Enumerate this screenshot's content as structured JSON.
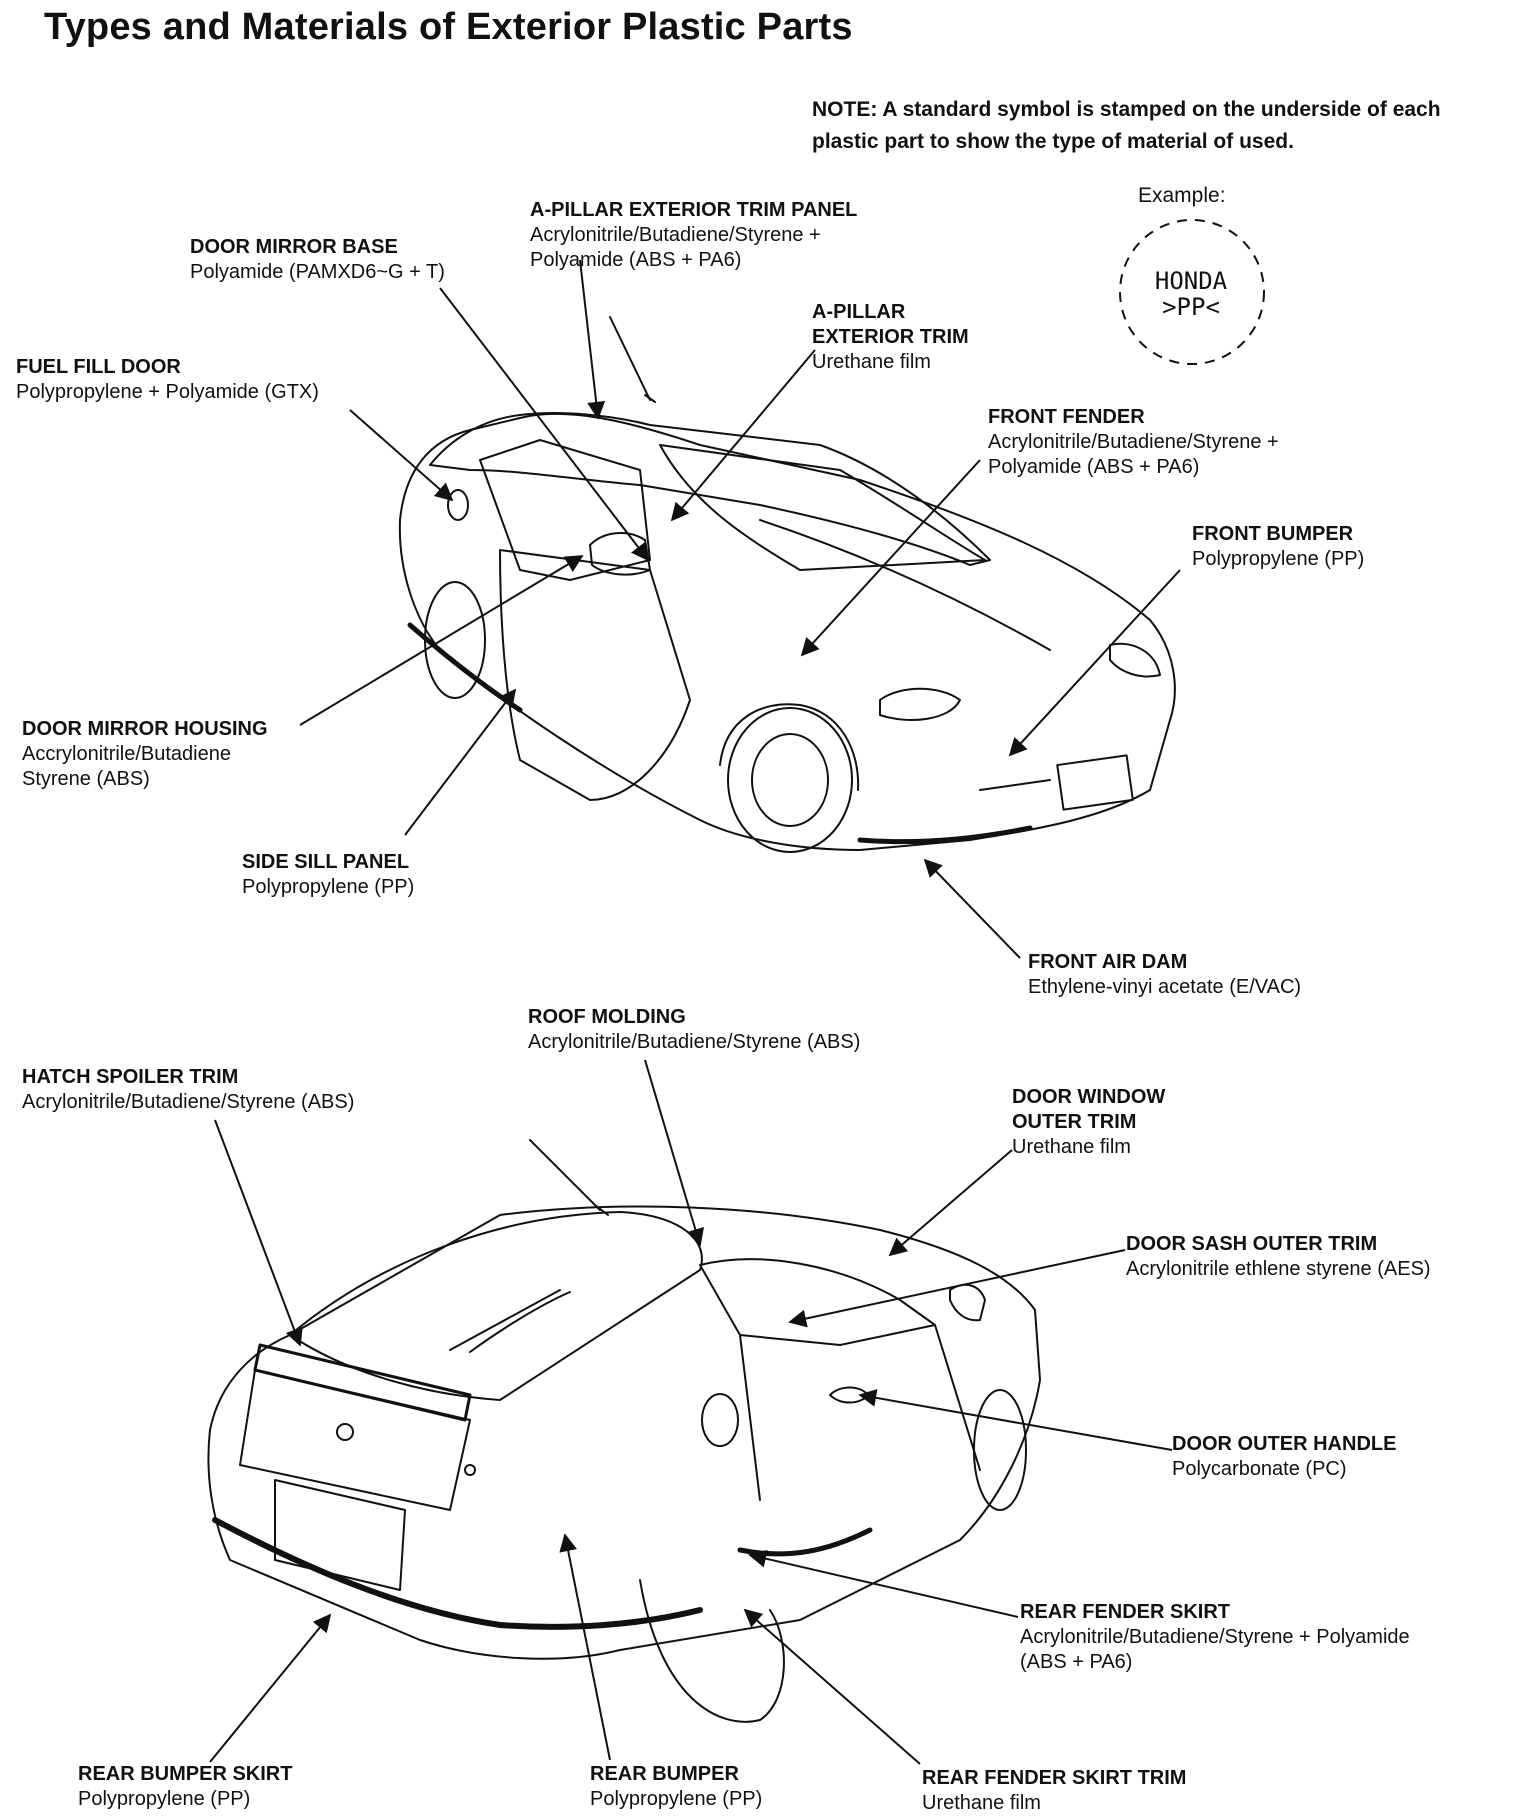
{
  "title": "Types and Materials of Exterior Plastic Parts",
  "note": "NOTE: A standard symbol is stamped on the underside of each plastic part to show the type of material of used.",
  "example": {
    "label": "Example:",
    "stamp_line1": "HONDA",
    "stamp_line2": ">PP<"
  },
  "callouts": {
    "door_mirror_base": {
      "name": "DOOR MIRROR BASE",
      "material": "Polyamide (PAMXD6~G + T)"
    },
    "a_pillar_exterior_trim_panel": {
      "name": "A-PILLAR EXTERIOR TRIM PANEL",
      "material": "Acrylonitrile/Butadiene/Styrene +\nPolyamide (ABS + PA6)"
    },
    "a_pillar_exterior_trim": {
      "name": "A-PILLAR\nEXTERIOR TRIM",
      "material": "Urethane film"
    },
    "fuel_fill_door": {
      "name": "FUEL FILL DOOR",
      "material": "Polypropylene + Polyamide (GTX)"
    },
    "front_fender": {
      "name": "FRONT FENDER",
      "material": "Acrylonitrile/Butadiene/Styrene +\nPolyamide (ABS + PA6)"
    },
    "front_bumper": {
      "name": "FRONT BUMPER",
      "material": "Polypropylene (PP)"
    },
    "door_mirror_housing": {
      "name": "DOOR MIRROR HOUSING",
      "material": "Accrylonitrile/Butadiene\nStyrene (ABS)"
    },
    "side_sill_panel": {
      "name": "SIDE SILL PANEL",
      "material": "Polypropylene (PP)"
    },
    "front_air_dam": {
      "name": "FRONT AIR DAM",
      "material": "Ethylene-vinyi acetate (E/VAC)"
    },
    "roof_molding": {
      "name": "ROOF MOLDING",
      "material": "Acrylonitrile/Butadiene/Styrene (ABS)"
    },
    "hatch_spoiler_trim": {
      "name": "HATCH SPOILER TRIM",
      "material": "Acrylonitrile/Butadiene/Styrene (ABS)"
    },
    "door_window_outer_trim": {
      "name": "DOOR WINDOW\nOUTER TRIM",
      "material": "Urethane film"
    },
    "door_sash_outer_trim": {
      "name": "DOOR SASH OUTER TRIM",
      "material": "Acrylonitrile ethlene styrene (AES)"
    },
    "door_outer_handle": {
      "name": "DOOR OUTER HANDLE",
      "material": "Polycarbonate (PC)"
    },
    "rear_fender_skirt": {
      "name": "REAR FENDER SKIRT",
      "material": "Acrylonitrile/Butadiene/Styrene + Polyamide\n(ABS + PA6)"
    },
    "rear_bumper_skirt": {
      "name": "REAR BUMPER SKIRT",
      "material": "Polypropylene (PP)"
    },
    "rear_bumper": {
      "name": "REAR BUMPER",
      "material": "Polypropylene (PP)"
    },
    "rear_fender_skirt_trim": {
      "name": "REAR FENDER SKIRT TRIM",
      "material": "Urethane film"
    }
  }
}
